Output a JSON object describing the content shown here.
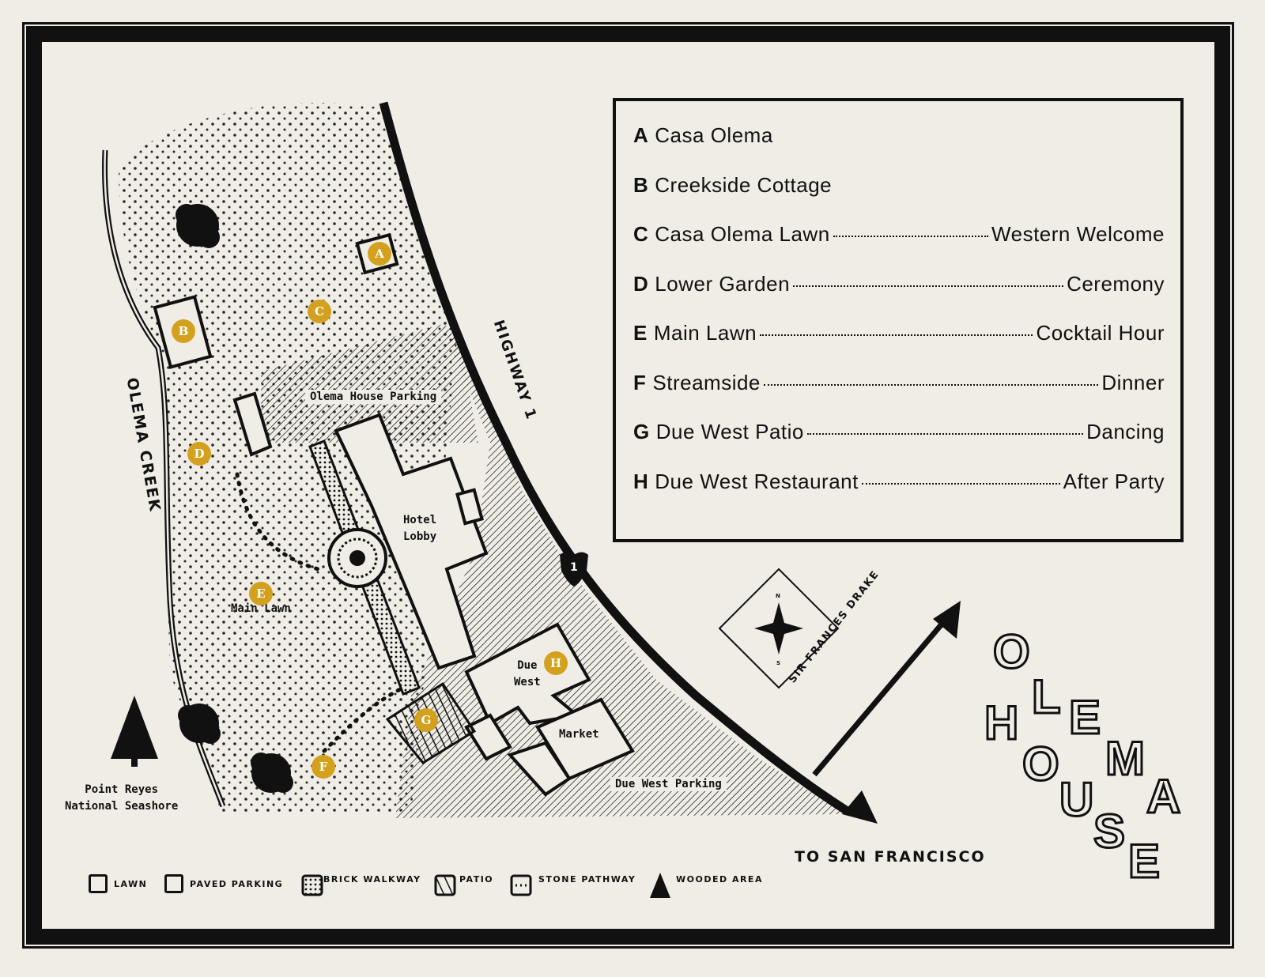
{
  "legend": [
    {
      "letter": "A",
      "place": "Casa Olema",
      "event": ""
    },
    {
      "letter": "B",
      "place": "Creekside Cottage",
      "event": ""
    },
    {
      "letter": "C",
      "place": "Casa Olema Lawn",
      "event": "Western Welcome"
    },
    {
      "letter": "D",
      "place": "Lower Garden",
      "event": "Ceremony"
    },
    {
      "letter": "E",
      "place": "Main Lawn",
      "event": "Cocktail Hour"
    },
    {
      "letter": "F",
      "place": "Streamside",
      "event": "Dinner"
    },
    {
      "letter": "G",
      "place": "Due West Patio",
      "event": "Dancing"
    },
    {
      "letter": "H",
      "place": "Due West Restaurant",
      "event": "After Party"
    }
  ],
  "labels": {
    "olema_house_parking": "Olema House Parking",
    "hotel_lobby": "Hotel\nLobby",
    "main_lawn": "Main Lawn",
    "due_west": "Due\nWest",
    "market": "Market",
    "due_west_parking": "Due West Parking",
    "point_reyes": "Point Reyes\nNational Seashore",
    "olema_creek": "OLEMA CREEK",
    "highway_1": "HIGHWAY 1",
    "highway_shield": "1",
    "sir_frances_drake": "SIR FRANCES DRAKE",
    "to_san_francisco": "TO SAN FRANCISCO",
    "compass_n": "N",
    "compass_s": "S"
  },
  "key_items": [
    "LAWN",
    "PAVED PARKING",
    "BRICK WALKWAY",
    "PATIO",
    "STONE PATHWAY",
    "WOODED AREA"
  ],
  "brand_letters": [
    "O",
    "L",
    "E",
    "M",
    "A",
    "H",
    "O",
    "U",
    "S",
    "E"
  ],
  "colors": {
    "pin": "#d4a11e",
    "ink": "#111111",
    "paper": "#efede6"
  }
}
